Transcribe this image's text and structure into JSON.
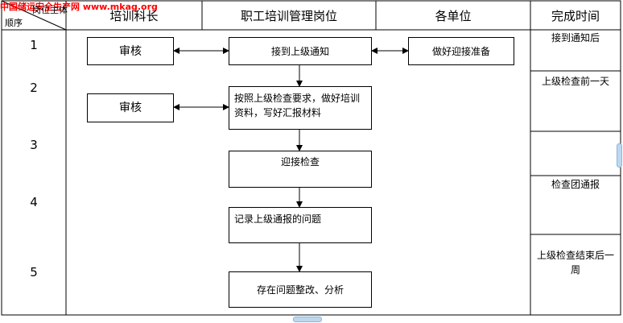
{
  "watermark": "中国储运安全生产网 www.mkag.org",
  "corner": {
    "top": "岗位主体",
    "bottom": "顺序"
  },
  "columns": [
    "培训科长",
    "职工培训管理岗位",
    "各单位",
    "完成时间"
  ],
  "sequence": [
    "1",
    "2",
    "3",
    "4",
    "5"
  ],
  "steps": {
    "audit1": "审核",
    "notice": "接到上级通知",
    "prepare": "做好迎接准备",
    "audit2": "审核",
    "materials": "按照上级检查要求，做好培训资料，写好汇报材料",
    "welcome": "迎接检查",
    "record": "记录上级通报的问题",
    "rectify": "存在问题整改、分析"
  },
  "times": {
    "t1": "接到通知后",
    "t2": "上级检查前一天",
    "t3": "检查团通报",
    "t4": "上级检查结束后一周"
  }
}
